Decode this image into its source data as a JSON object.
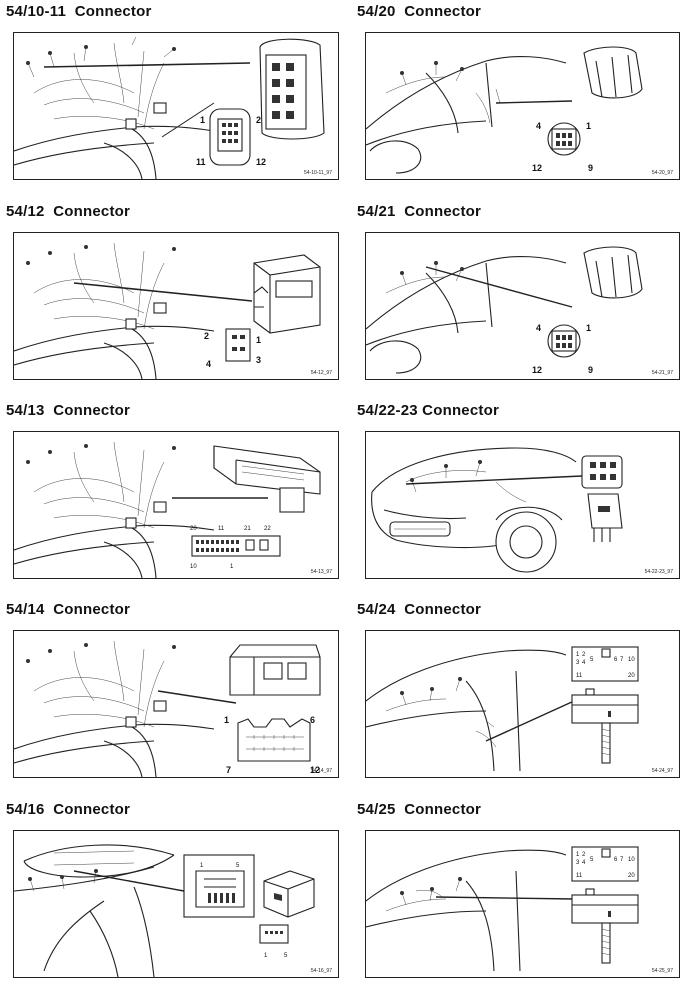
{
  "panels": [
    {
      "title": "54/10-11  Connector",
      "code": "54-10-11_97",
      "pins": [
        "1",
        "2",
        "11",
        "12"
      ]
    },
    {
      "title": "54/20  Connector",
      "code": "54-20_97",
      "pins": [
        "4",
        "1",
        "12",
        "9"
      ]
    },
    {
      "title": "54/12  Connector",
      "code": "54-12_97",
      "pins": [
        "2",
        "1",
        "4",
        "3"
      ]
    },
    {
      "title": "54/21  Connector",
      "code": "54-21_97",
      "pins": [
        "4",
        "1",
        "12",
        "9"
      ]
    },
    {
      "title": "54/13  Connector",
      "code": "54-13_97",
      "pins": [
        "20",
        "11",
        "21",
        "22",
        "10",
        "1"
      ]
    },
    {
      "title": "54/22-23 Connector",
      "code": "54-22-23_97",
      "pins": []
    },
    {
      "title": "54/14  Connector",
      "code": "54-14_97",
      "pins": [
        "1",
        "6",
        "7",
        "12"
      ]
    },
    {
      "title": "54/24  Connector",
      "code": "54-24_97",
      "pins": [
        "1",
        "2",
        "3",
        "4",
        "5",
        "6",
        "7",
        "10",
        "11",
        "20"
      ]
    },
    {
      "title": "54/16  Connector",
      "code": "54-16_97",
      "pins": [
        "1",
        "5",
        "1",
        "5"
      ]
    },
    {
      "title": "54/25  Connector",
      "code": "54-25_97",
      "pins": [
        "1",
        "2",
        "3",
        "4",
        "5",
        "6",
        "7",
        "10",
        "11",
        "20"
      ]
    }
  ]
}
